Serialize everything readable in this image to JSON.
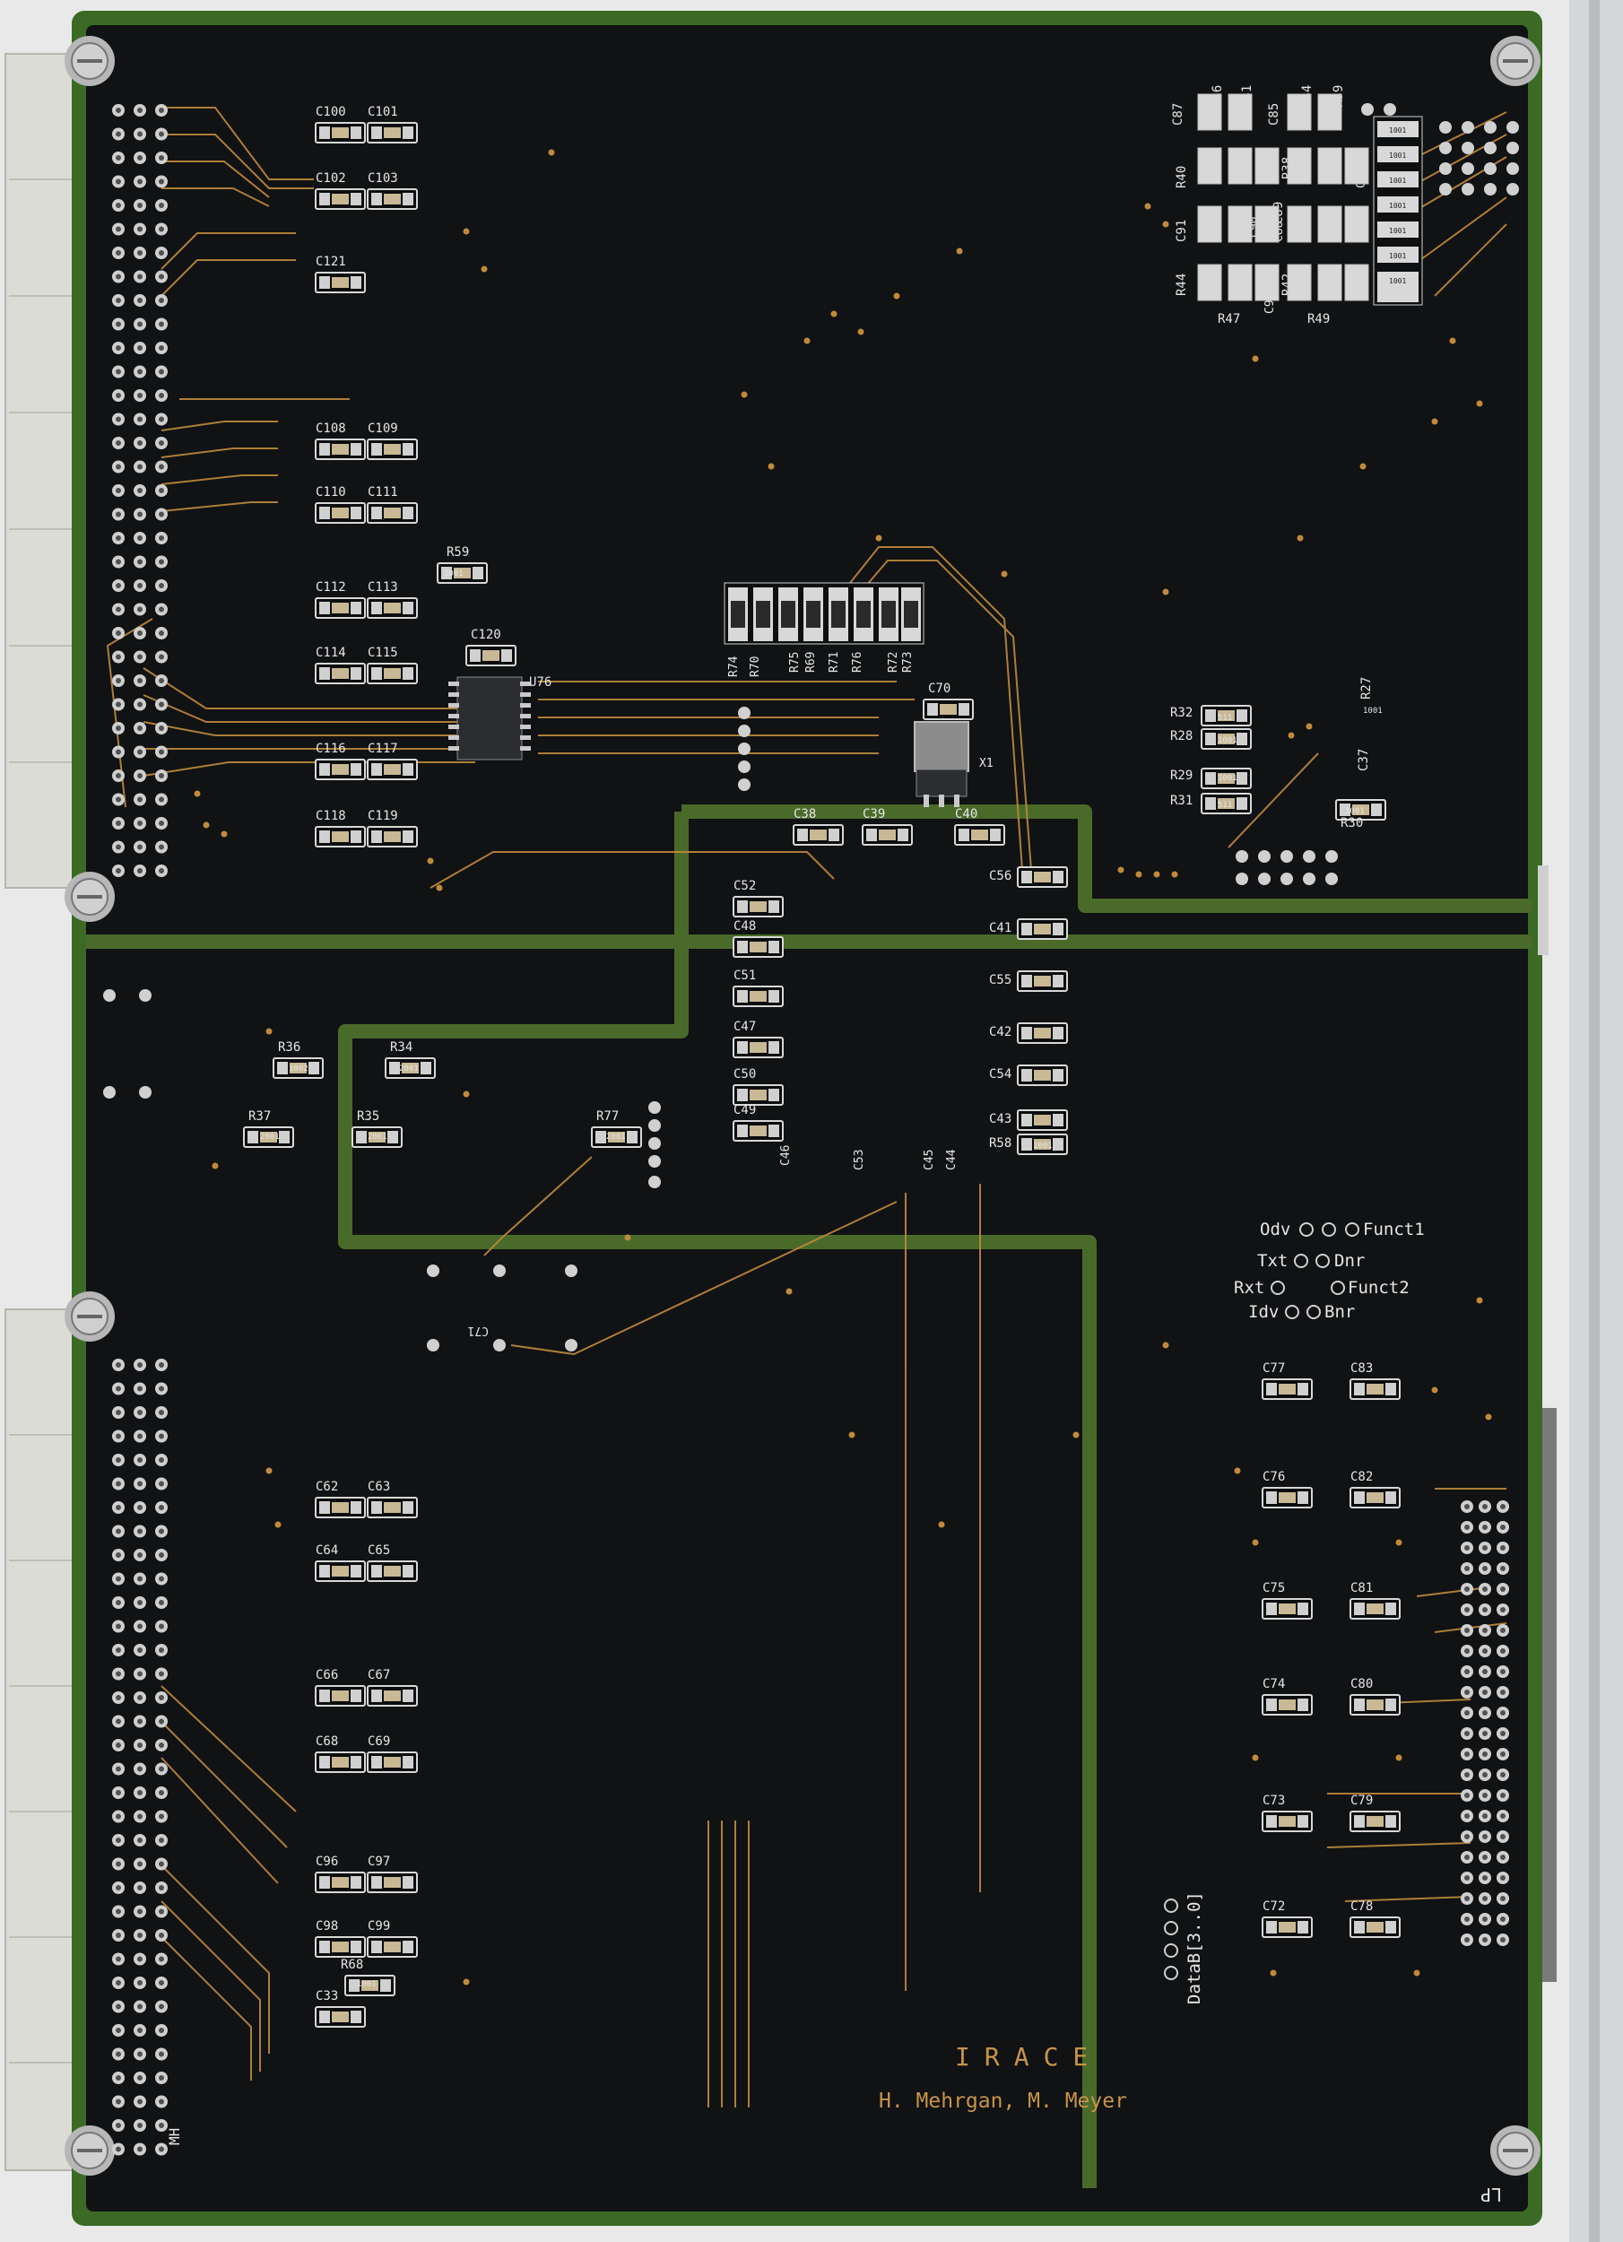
{
  "board": {
    "title": "IRACE",
    "authors": "H. Mehrgan, M. Meyer",
    "monogram": "MH",
    "corner_mark": "LP",
    "colors": {
      "substrate": "#101214",
      "edge_green": "#3b6a25",
      "plane": "#4a6a2a",
      "trace": "#c08a3a",
      "silk": "#e6e6e6",
      "pad": "#c9c9c9",
      "connector": "#dcdcd6",
      "title": "#c89446"
    }
  },
  "chips": {
    "u76": "U76",
    "x1": "X1"
  },
  "components": [
    {
      "ref": "C100",
      "label": "C100"
    },
    {
      "ref": "C101",
      "label": "C101"
    },
    {
      "ref": "C102",
      "label": "C102"
    },
    {
      "ref": "C103",
      "label": "C103"
    },
    {
      "ref": "C121",
      "label": "C121"
    },
    {
      "ref": "C108",
      "label": "C108"
    },
    {
      "ref": "C109",
      "label": "C109"
    },
    {
      "ref": "C110",
      "label": "C110"
    },
    {
      "ref": "C111",
      "label": "C111"
    },
    {
      "ref": "R59",
      "label": "R59"
    },
    {
      "ref": "C112",
      "label": "C112"
    },
    {
      "ref": "C113",
      "label": "C113"
    },
    {
      "ref": "C120",
      "label": "C120"
    },
    {
      "ref": "C114",
      "label": "C114"
    },
    {
      "ref": "C115",
      "label": "C115"
    },
    {
      "ref": "C116",
      "label": "C116"
    },
    {
      "ref": "C117",
      "label": "C117"
    },
    {
      "ref": "C118",
      "label": "C118"
    },
    {
      "ref": "C119",
      "label": "C119"
    },
    {
      "ref": "C70",
      "label": "C70"
    },
    {
      "ref": "C38",
      "label": "C38"
    },
    {
      "ref": "C39",
      "label": "C39"
    },
    {
      "ref": "C40",
      "label": "C40"
    },
    {
      "ref": "C52",
      "label": "C52"
    },
    {
      "ref": "C48",
      "label": "C48"
    },
    {
      "ref": "C51",
      "label": "C51"
    },
    {
      "ref": "C47",
      "label": "C47"
    },
    {
      "ref": "C50",
      "label": "C50"
    },
    {
      "ref": "C49",
      "label": "C49"
    },
    {
      "ref": "C56",
      "label": "C56"
    },
    {
      "ref": "C41",
      "label": "C41"
    },
    {
      "ref": "C55",
      "label": "C55"
    },
    {
      "ref": "C42",
      "label": "C42"
    },
    {
      "ref": "C54",
      "label": "C54"
    },
    {
      "ref": "C43",
      "label": "C43"
    },
    {
      "ref": "R58",
      "label": "R58"
    },
    {
      "ref": "R32",
      "label": "R32"
    },
    {
      "ref": "R28",
      "label": "R28"
    },
    {
      "ref": "R29",
      "label": "R29"
    },
    {
      "ref": "R31",
      "label": "R31"
    },
    {
      "ref": "R30",
      "label": "R30"
    },
    {
      "ref": "R36",
      "label": "R36"
    },
    {
      "ref": "R34",
      "label": "R34"
    },
    {
      "ref": "R37",
      "label": "R37"
    },
    {
      "ref": "R35",
      "label": "R35"
    },
    {
      "ref": "R77",
      "label": "R77"
    },
    {
      "ref": "C77",
      "label": "C77"
    },
    {
      "ref": "C83",
      "label": "C83"
    },
    {
      "ref": "C76",
      "label": "C76"
    },
    {
      "ref": "C82",
      "label": "C82"
    },
    {
      "ref": "C75",
      "label": "C75"
    },
    {
      "ref": "C81",
      "label": "C81"
    },
    {
      "ref": "C74",
      "label": "C74"
    },
    {
      "ref": "C80",
      "label": "C80"
    },
    {
      "ref": "C73",
      "label": "C73"
    },
    {
      "ref": "C79",
      "label": "C79"
    },
    {
      "ref": "C72",
      "label": "C72"
    },
    {
      "ref": "C78",
      "label": "C78"
    },
    {
      "ref": "C62",
      "label": "C62"
    },
    {
      "ref": "C63",
      "label": "C63"
    },
    {
      "ref": "C64",
      "label": "C64"
    },
    {
      "ref": "C65",
      "label": "C65"
    },
    {
      "ref": "C66",
      "label": "C66"
    },
    {
      "ref": "C67",
      "label": "C67"
    },
    {
      "ref": "C68",
      "label": "C68"
    },
    {
      "ref": "C69",
      "label": "C69"
    },
    {
      "ref": "C96",
      "label": "C96"
    },
    {
      "ref": "C97",
      "label": "C97"
    },
    {
      "ref": "C98",
      "label": "C98"
    },
    {
      "ref": "C99",
      "label": "C99"
    },
    {
      "ref": "R68",
      "label": "R68"
    },
    {
      "ref": "C33",
      "label": "C33"
    },
    {
      "ref": "C87",
      "label": "C87"
    },
    {
      "ref": "C86",
      "label": "C86"
    },
    {
      "ref": "R41",
      "label": "R41"
    },
    {
      "ref": "C84",
      "label": "C84"
    },
    {
      "ref": "R39",
      "label": "R39"
    },
    {
      "ref": "R40",
      "label": "R40"
    },
    {
      "ref": "C85",
      "label": "C85"
    },
    {
      "ref": "R38",
      "label": "R38"
    },
    {
      "ref": "C91",
      "label": "C91"
    },
    {
      "ref": "C89",
      "label": "C89"
    },
    {
      "ref": "R43",
      "label": "R43"
    },
    {
      "ref": "R44",
      "label": "R44"
    },
    {
      "ref": "R42",
      "label": "R42"
    },
    {
      "ref": "C93",
      "label": "C93"
    },
    {
      "ref": "R47",
      "label": "R47"
    },
    {
      "ref": "R49",
      "label": "R49"
    },
    {
      "ref": "R27",
      "label": "R27"
    },
    {
      "ref": "C37",
      "label": "C37"
    }
  ],
  "rotated_labels": {
    "r74": "R74",
    "r70": "R70",
    "r75": "R75",
    "r69": "R69",
    "r71": "R71",
    "r76": "R76",
    "r72": "R72",
    "r73": "R73",
    "c46": "C46",
    "c53": "C53",
    "c45": "C45",
    "c44": "C44",
    "c71": "C71",
    "c94": "C94",
    "c92": "C92",
    "c88": "C88",
    "c90": "C90"
  },
  "resistor_codes": {
    "r1001": "1001",
    "r2001": "2001",
    "r511": "511",
    "r1002": "1002"
  },
  "test_points": {
    "odv": "Odv",
    "funct1": "Funct1",
    "txt": "Txt",
    "dnr": "Dnr",
    "rxt": "Rxt",
    "funct2": "Funct2",
    "idv": "Idv",
    "bnr": "Bnr",
    "datab": "DataB[3..0]"
  }
}
